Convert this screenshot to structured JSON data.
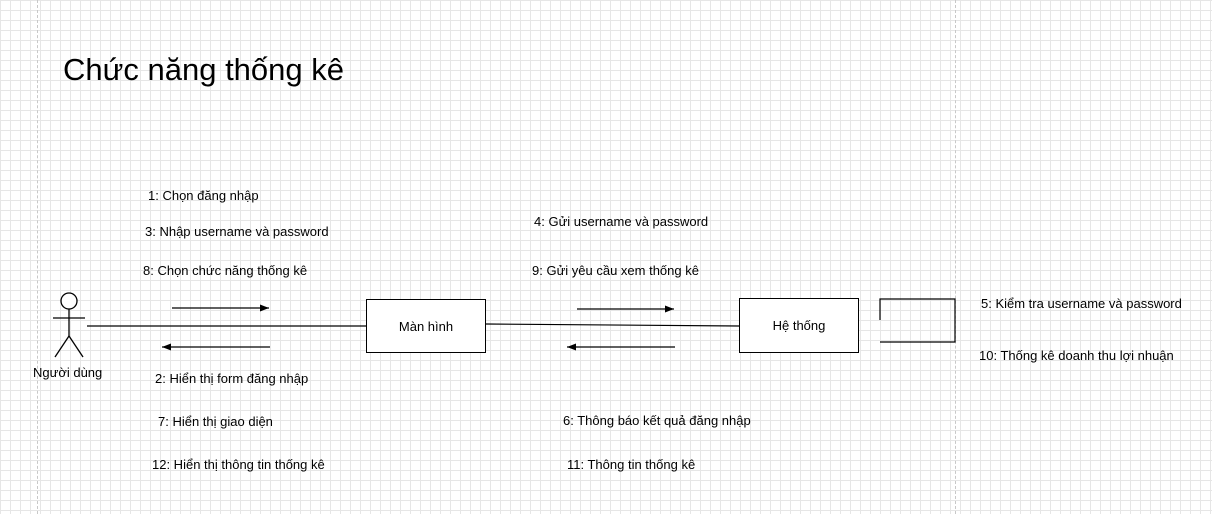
{
  "diagram": {
    "title": "Chức năng thống kê",
    "actor": {
      "label": "Người dùng"
    },
    "objects": {
      "screen": "Màn hình",
      "system": "Hệ thống"
    },
    "messages": {
      "m1": "1: Chọn đăng nhập",
      "m2": "2: Hiển thị form đăng nhập",
      "m3": "3: Nhập username và password",
      "m4": "4: Gửi username và password",
      "m5": "5: Kiểm tra username và password",
      "m6": "6: Thông báo kết quả đăng nhập",
      "m7": "7: Hiển thị giao diện",
      "m8": "8: Chọn chức năng thống kê",
      "m9": "9: Gửi yêu cầu xem thống kê",
      "m10": "10: Thống kê doanh thu lợi nhuận",
      "m11": "11: Thông tin thống kê",
      "m12": "12: Hiển thị thông tin thống kê"
    }
  }
}
